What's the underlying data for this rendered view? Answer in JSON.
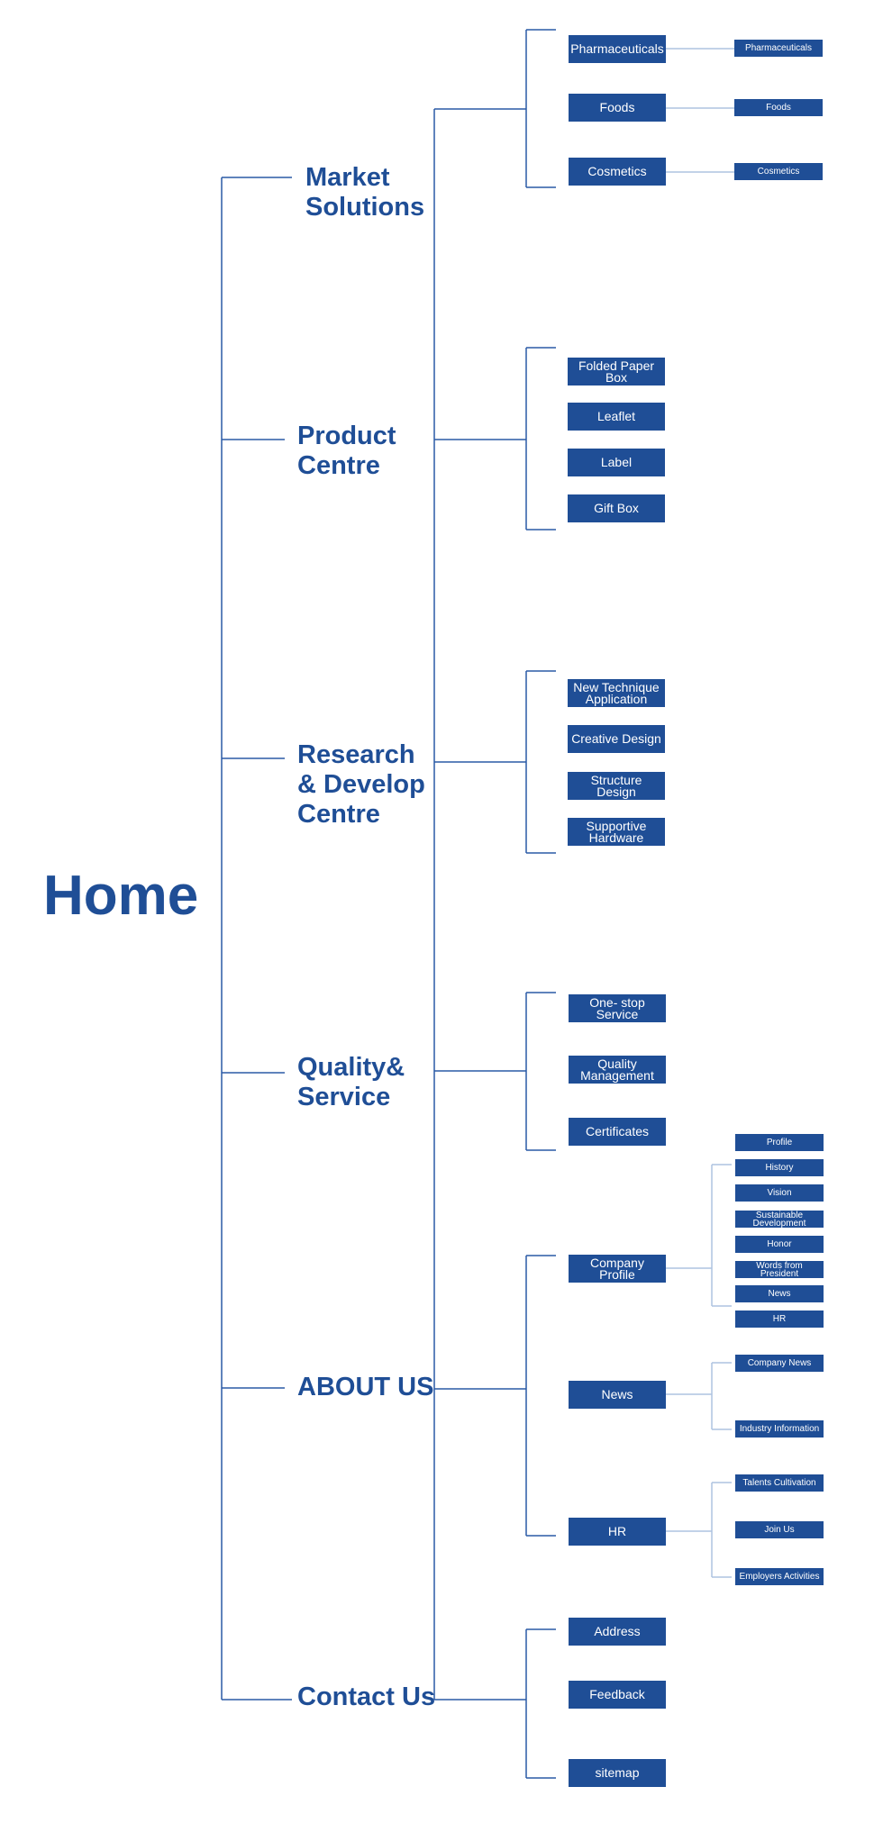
{
  "root": {
    "label": "Home"
  },
  "sections": [
    {
      "label": "Market\nSolutions",
      "children": [
        {
          "label": "Pharmaceuticals",
          "children": [
            "Pharmaceuticals"
          ]
        },
        {
          "label": "Foods",
          "children": [
            "Foods"
          ]
        },
        {
          "label": "Cosmetics",
          "children": [
            "Cosmetics"
          ]
        }
      ]
    },
    {
      "label": "Product\nCentre",
      "children": [
        {
          "label": "Folded Paper\nBox"
        },
        {
          "label": "Leaflet"
        },
        {
          "label": "Label"
        },
        {
          "label": "Gift Box"
        }
      ]
    },
    {
      "label": "Research\n& Develop\nCentre",
      "children": [
        {
          "label": "New Technique\nApplication"
        },
        {
          "label": "Creative Design"
        },
        {
          "label": "Structure\nDesign"
        },
        {
          "label": "Supportive\nHardware"
        }
      ]
    },
    {
      "label": "Quality&\nService",
      "children": [
        {
          "label": "One- stop\nService"
        },
        {
          "label": "Quality\nManagement"
        },
        {
          "label": "Certificates"
        }
      ]
    },
    {
      "label": "ABOUT US",
      "children": [
        {
          "label": "Company\nProfile",
          "children": [
            "Profile",
            "History",
            "Vision",
            "Sustainable\nDevelopment",
            "Honor",
            "Words from\nPresident",
            "News",
            "HR"
          ]
        },
        {
          "label": "News",
          "children": [
            "Company News",
            "Industry Information"
          ]
        },
        {
          "label": "HR",
          "children": [
            "Talents Cultivation",
            "Join Us",
            "Employers Activities"
          ]
        }
      ]
    },
    {
      "label": "Contact Us",
      "children": [
        {
          "label": "Address"
        },
        {
          "label": "Feedback"
        },
        {
          "label": "sitemap"
        }
      ]
    }
  ]
}
